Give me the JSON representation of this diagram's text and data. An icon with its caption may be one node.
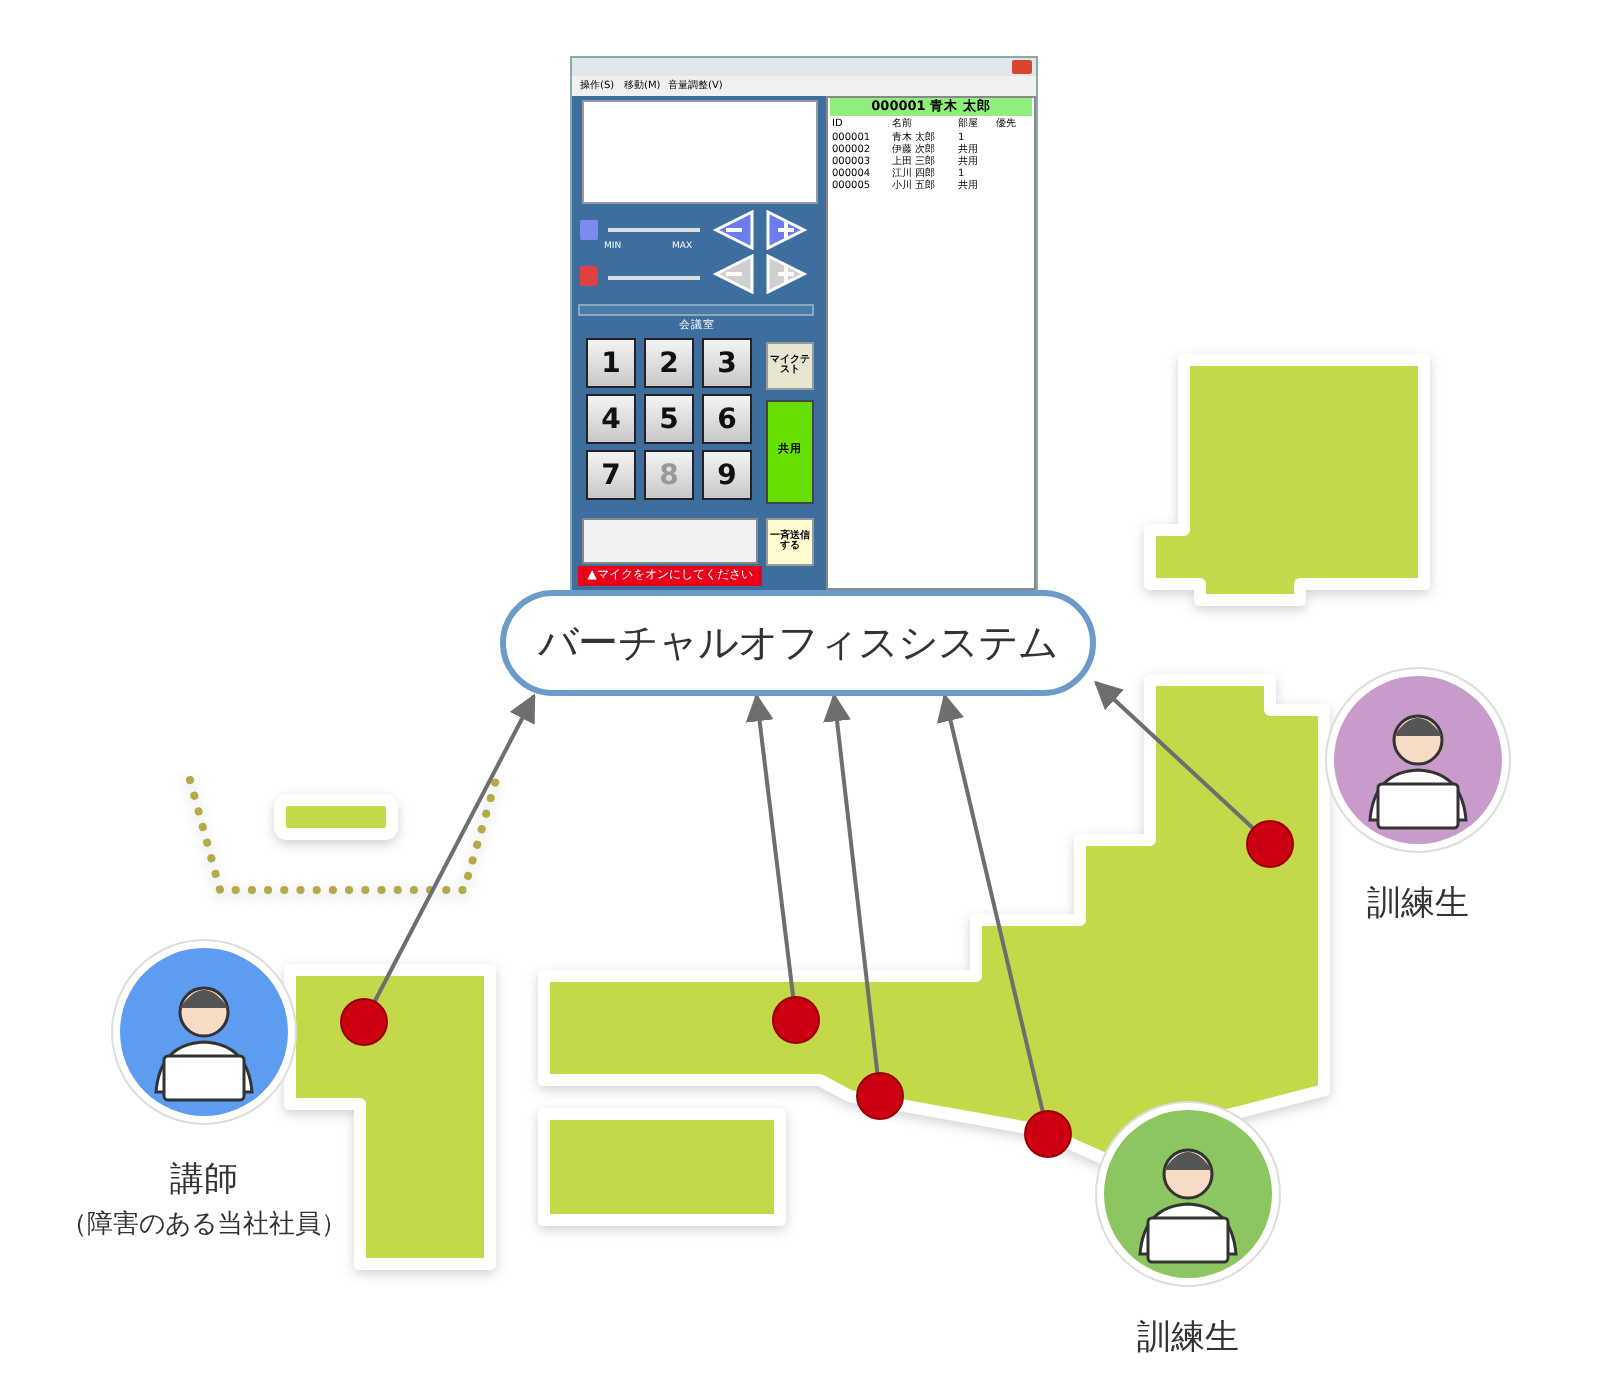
{
  "diagram": {
    "nodes": [
      {
        "text": [
          "バーチャルオフィスシステム"
        ]
      },
      {
        "text": [],
        "shape": "circle"
      },
      {
        "text": [],
        "shape": "circle"
      },
      {
        "text": [],
        "shape": "circle"
      },
      {
        "text": [],
        "shape": "circle"
      },
      {
        "text": [],
        "shape": "circle"
      },
      {
        "text": [
          "訓練生"
        ]
      },
      {
        "text": [
          "講師",
          "（障害のある当社社員）"
        ]
      },
      {
        "text": [
          "訓練生"
        ]
      }
    ],
    "edges": [
      {
        "from": 1,
        "to": 0,
        "arrow": "to"
      },
      {
        "from": 2,
        "to": 0,
        "arrow": "to"
      },
      {
        "from": 3,
        "to": 0,
        "arrow": "to"
      },
      {
        "from": 4,
        "to": 0,
        "arrow": "to"
      },
      {
        "from": 5,
        "to": 0,
        "arrow": "to"
      }
    ],
    "labels": [
      "操作(S)",
      "移動(M)",
      "音量調整(V)",
      "000001 青木 太郎",
      "ID",
      "名前",
      "部屋",
      "優先",
      "000001",
      "青木 太郎",
      "1",
      "000002",
      "伊藤 次郎",
      "共用",
      "000003",
      "上田 三郎",
      "共用",
      "000004",
      "江川 四郎",
      "1",
      "000005",
      "小川 五郎",
      "共用",
      "MIN",
      "MAX",
      "会議室",
      "1",
      "2",
      "3",
      "4",
      "5",
      "6",
      "7",
      "8",
      "9",
      "マイクテスト",
      "共用",
      "一斉送信する",
      "▲マイクをオンにしてください"
    ]
  }
}
